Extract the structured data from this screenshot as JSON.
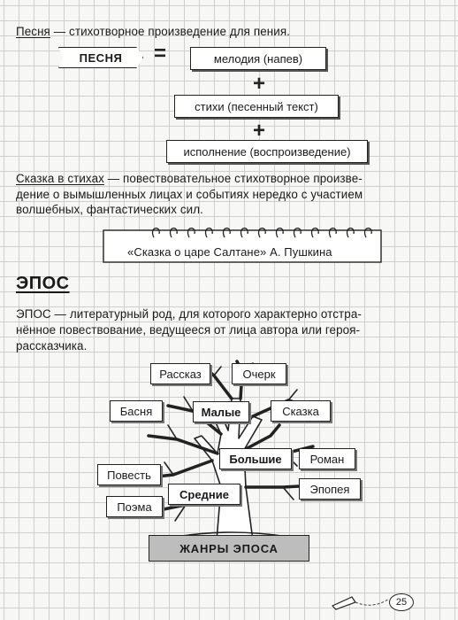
{
  "song": {
    "definition_term": "Песня",
    "definition_text": " — стихотворное произведение для пения.",
    "label": "ПЕСНЯ",
    "equals": "=",
    "plus": "+",
    "components": [
      "мелодия (напев)",
      "стихи (песенный текст)",
      "исполнение (воспроизведение)"
    ]
  },
  "tale": {
    "term": "Сказка в стихах",
    "line1": " — повествовательное стихотворное произве-",
    "line2": "дение о вымышленных лицах и событиях нередко с участием",
    "line3": "волшебных, фантастических сил.",
    "example": "«Сказка о царе Салтане» А. Пушкина"
  },
  "epos": {
    "heading": "ЭПОС",
    "line1": "ЭПОС — литературный род, для которого характерно отстра-",
    "line2": "нённое повествование, ведущееся от лица автора или героя-",
    "line3": "рассказчика."
  },
  "tree": {
    "small_group": "Малые",
    "big_group": "Большие",
    "medium_group": "Средние",
    "small": [
      "Рассказ",
      "Очерк",
      "Басня",
      "Сказка"
    ],
    "big": [
      "Роман",
      "Эпопея"
    ],
    "medium": [
      "Повесть",
      "Поэма"
    ],
    "banner": "ЖАНРЫ ЭПОСА"
  },
  "page_number": "25"
}
